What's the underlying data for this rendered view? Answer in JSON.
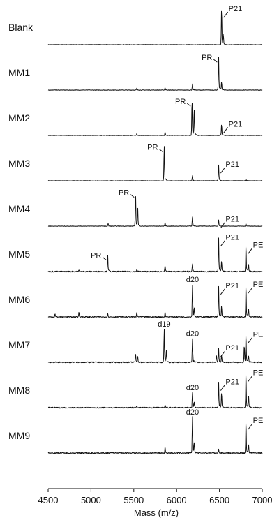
{
  "chart_data": {
    "type": "line",
    "x_axis": {
      "label": "Mass (m/z)",
      "range": [
        4500,
        7000
      ],
      "ticks": [
        "4500",
        "5000",
        "5500",
        "6000",
        "6500",
        "7000"
      ]
    },
    "series": [
      {
        "name": "Blank",
        "peaks": [
          {
            "mz": 6525,
            "height": 0.98
          },
          {
            "mz": 6545,
            "height": 0.25
          }
        ],
        "labels": [
          {
            "text": "P21",
            "mz": 6525
          }
        ]
      },
      {
        "name": "MM1",
        "peaks": [
          {
            "mz": 5535,
            "height": 0.05
          },
          {
            "mz": 5865,
            "height": 0.07
          },
          {
            "mz": 6185,
            "height": 0.16
          },
          {
            "mz": 6490,
            "height": 0.92
          },
          {
            "mz": 6525,
            "height": 0.22
          }
        ],
        "labels": [
          {
            "text": "PR",
            "mz": 6490
          }
        ]
      },
      {
        "name": "MM2",
        "peaks": [
          {
            "mz": 5535,
            "height": 0.05
          },
          {
            "mz": 5865,
            "height": 0.09
          },
          {
            "mz": 6180,
            "height": 0.96
          },
          {
            "mz": 6205,
            "height": 0.68
          },
          {
            "mz": 6525,
            "height": 0.3
          }
        ],
        "labels": [
          {
            "text": "PR",
            "mz": 6180
          },
          {
            "text": "P21",
            "mz": 6525
          }
        ]
      },
      {
        "name": "MM3",
        "peaks": [
          {
            "mz": 5855,
            "height": 0.95
          },
          {
            "mz": 6185,
            "height": 0.14
          },
          {
            "mz": 6490,
            "height": 0.44
          },
          {
            "mz": 6810,
            "height": 0.04
          }
        ],
        "labels": [
          {
            "text": "PR",
            "mz": 5855
          },
          {
            "text": "P21",
            "mz": 6490
          }
        ]
      },
      {
        "name": "MM4",
        "peaks": [
          {
            "mz": 5200,
            "height": 0.07
          },
          {
            "mz": 5520,
            "height": 0.95
          },
          {
            "mz": 5545,
            "height": 0.5
          },
          {
            "mz": 5865,
            "height": 0.1
          },
          {
            "mz": 6185,
            "height": 0.25
          },
          {
            "mz": 6490,
            "height": 0.18
          },
          {
            "mz": 6810,
            "height": 0.07
          }
        ],
        "labels": [
          {
            "text": "PR",
            "mz": 5520
          },
          {
            "text": "P21",
            "mz": 6490
          }
        ]
      },
      {
        "name": "MM5",
        "peaks": [
          {
            "mz": 4860,
            "height": 0.04
          },
          {
            "mz": 5195,
            "height": 0.47
          },
          {
            "mz": 5535,
            "height": 0.06
          },
          {
            "mz": 5865,
            "height": 0.16
          },
          {
            "mz": 6185,
            "height": 0.22
          },
          {
            "mz": 6490,
            "height": 0.93
          },
          {
            "mz": 6525,
            "height": 0.28
          },
          {
            "mz": 6810,
            "height": 0.72
          },
          {
            "mz": 6840,
            "height": 0.18
          }
        ],
        "labels": [
          {
            "text": "PR",
            "mz": 5195
          },
          {
            "text": "P21",
            "mz": 6490
          },
          {
            "text": "PE",
            "mz": 6810
          }
        ]
      },
      {
        "name": "MM6",
        "peaks": [
          {
            "mz": 4580,
            "height": 0.08
          },
          {
            "mz": 4860,
            "height": 0.14
          },
          {
            "mz": 5195,
            "height": 0.1
          },
          {
            "mz": 5535,
            "height": 0.12
          },
          {
            "mz": 5865,
            "height": 0.12
          },
          {
            "mz": 6185,
            "height": 0.88
          },
          {
            "mz": 6205,
            "height": 0.22
          },
          {
            "mz": 6490,
            "height": 0.85
          },
          {
            "mz": 6525,
            "height": 0.3
          },
          {
            "mz": 6810,
            "height": 0.88
          },
          {
            "mz": 6840,
            "height": 0.2
          }
        ],
        "labels": [
          {
            "text": "d20",
            "mz": 6185
          },
          {
            "text": "P21",
            "mz": 6490
          },
          {
            "text": "PE",
            "mz": 6810
          }
        ]
      },
      {
        "name": "MM7",
        "peaks": [
          {
            "mz": 5520,
            "height": 0.25
          },
          {
            "mz": 5545,
            "height": 0.16
          },
          {
            "mz": 5855,
            "height": 0.9
          },
          {
            "mz": 5880,
            "height": 0.3
          },
          {
            "mz": 6185,
            "height": 0.64
          },
          {
            "mz": 6465,
            "height": 0.2
          },
          {
            "mz": 6490,
            "height": 0.38
          },
          {
            "mz": 6525,
            "height": 0.2
          },
          {
            "mz": 6790,
            "height": 0.48
          },
          {
            "mz": 6810,
            "height": 0.76
          },
          {
            "mz": 6840,
            "height": 0.18
          }
        ],
        "labels": [
          {
            "text": "d19",
            "mz": 5855
          },
          {
            "text": "d20",
            "mz": 6185
          },
          {
            "text": "P21",
            "mz": 6490
          },
          {
            "text": "PE",
            "mz": 6810
          }
        ]
      },
      {
        "name": "MM8",
        "peaks": [
          {
            "mz": 5535,
            "height": 0.06
          },
          {
            "mz": 5865,
            "height": 0.08
          },
          {
            "mz": 6185,
            "height": 0.4
          },
          {
            "mz": 6205,
            "height": 0.14
          },
          {
            "mz": 6490,
            "height": 0.7
          },
          {
            "mz": 6525,
            "height": 0.4
          },
          {
            "mz": 6810,
            "height": 0.95
          },
          {
            "mz": 6840,
            "height": 0.32
          }
        ],
        "labels": [
          {
            "text": "d20",
            "mz": 6185
          },
          {
            "text": "P21",
            "mz": 6490
          },
          {
            "text": "PE",
            "mz": 6810
          }
        ]
      },
      {
        "name": "MM9",
        "peaks": [
          {
            "mz": 5865,
            "height": 0.16
          },
          {
            "mz": 6185,
            "height": 0.98
          },
          {
            "mz": 6205,
            "height": 0.26
          },
          {
            "mz": 6490,
            "height": 0.1
          },
          {
            "mz": 6810,
            "height": 0.88
          },
          {
            "mz": 6840,
            "height": 0.22
          }
        ],
        "labels": [
          {
            "text": "d20",
            "mz": 6185
          },
          {
            "text": "PE",
            "mz": 6810
          }
        ]
      }
    ]
  }
}
